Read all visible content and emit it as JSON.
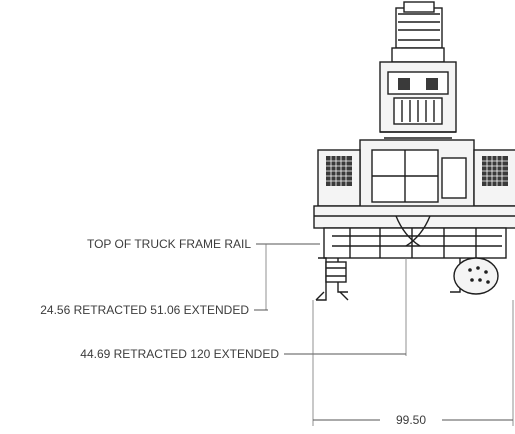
{
  "diagram": {
    "labels": {
      "top_frame_rail": "TOP OF TRUCK FRAME RAIL",
      "dim_retracted_1": "24.56 RETRACTED 51.06 EXTENDED",
      "dim_retracted_2": "44.69 RETRACTED 120 EXTENDED",
      "overall_width": "99.50"
    },
    "line_color": "#1e1e1e",
    "label_color": "#3c3c3c"
  }
}
